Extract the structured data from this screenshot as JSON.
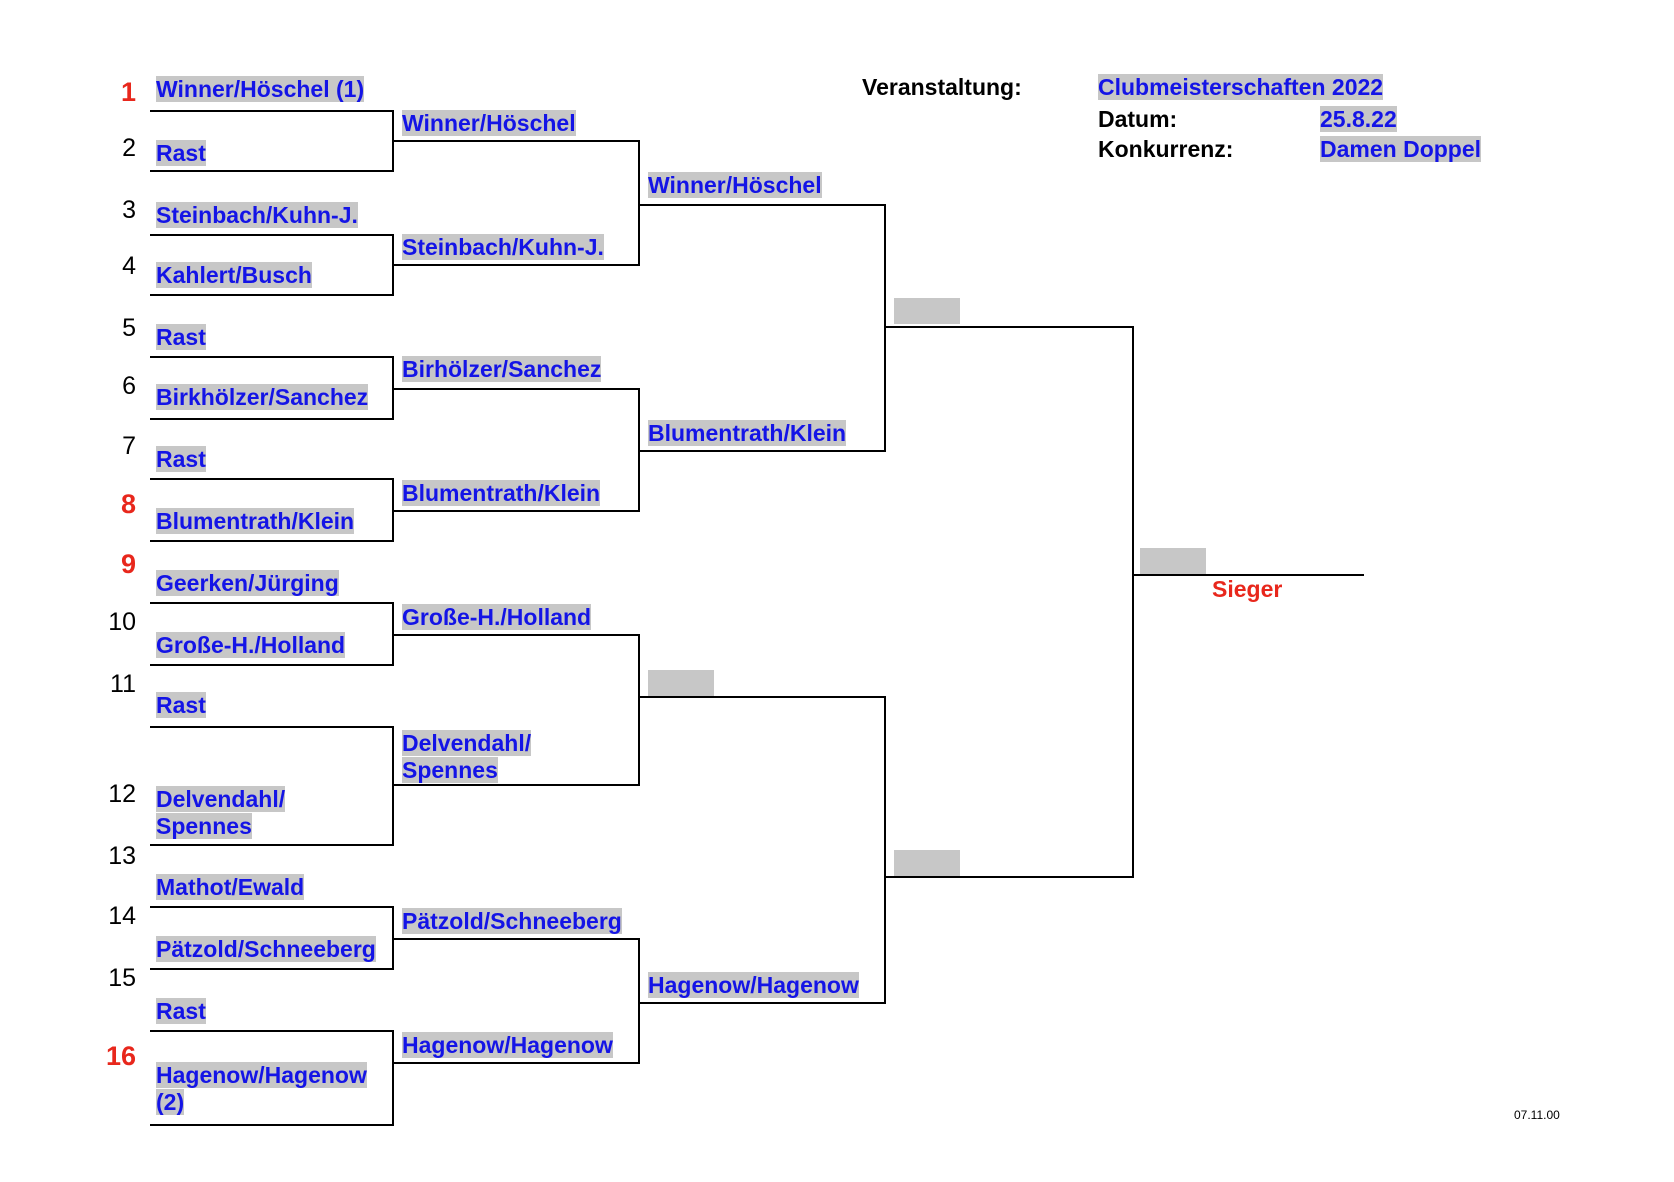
{
  "header": {
    "event_label": "Veranstaltung:",
    "event_value": "Clubmeisterschaften 2022",
    "date_label": "Datum:",
    "date_value": "25.8.22",
    "competition_label": "Konkurrenz:",
    "competition_value": "Damen Doppel"
  },
  "round1": [
    {
      "num": "1",
      "name": "Winner/Höschel (1)"
    },
    {
      "num": "2",
      "name": "Rast"
    },
    {
      "num": "3",
      "name": "Steinbach/Kuhn-J."
    },
    {
      "num": "4",
      "name": "Kahlert/Busch"
    },
    {
      "num": "5",
      "name": "Rast"
    },
    {
      "num": "6",
      "name": "Birkhölzer/Sanchez"
    },
    {
      "num": "7",
      "name": "Rast"
    },
    {
      "num": "8",
      "name": "Blumentrath/Klein"
    },
    {
      "num": "9",
      "name": "Geerken/Jürging"
    },
    {
      "num": "10",
      "name": "Große-H./Holland"
    },
    {
      "num": "11",
      "name": "Rast"
    },
    {
      "num": "12",
      "name": "Delvendahl/ Spennes"
    },
    {
      "num": "13",
      "name": "Mathot/Ewald"
    },
    {
      "num": "14",
      "name": "Pätzold/Schneeberg"
    },
    {
      "num": "15",
      "name": "Rast"
    },
    {
      "num": "16",
      "name": "Hagenow/Hagenow (2)"
    }
  ],
  "round2": [
    "Winner/Höschel",
    "Steinbach/Kuhn-J.",
    "Birhölzer/Sanchez",
    "Blumentrath/Klein",
    "Große-H./Holland",
    "Delvendahl/ Spennes",
    "Pätzold/Schneeberg",
    "Hagenow/Hagenow"
  ],
  "round3": [
    "Winner/Höschel",
    "Blumentrath/Klein",
    "",
    "Hagenow/Hagenow"
  ],
  "winner_label": "Sieger",
  "footer_stamp": "07.11.00",
  "colors": {
    "name_blue": "#1414e6",
    "seed_red": "#e8271c",
    "highlight_gray": "#c7c7c7"
  }
}
